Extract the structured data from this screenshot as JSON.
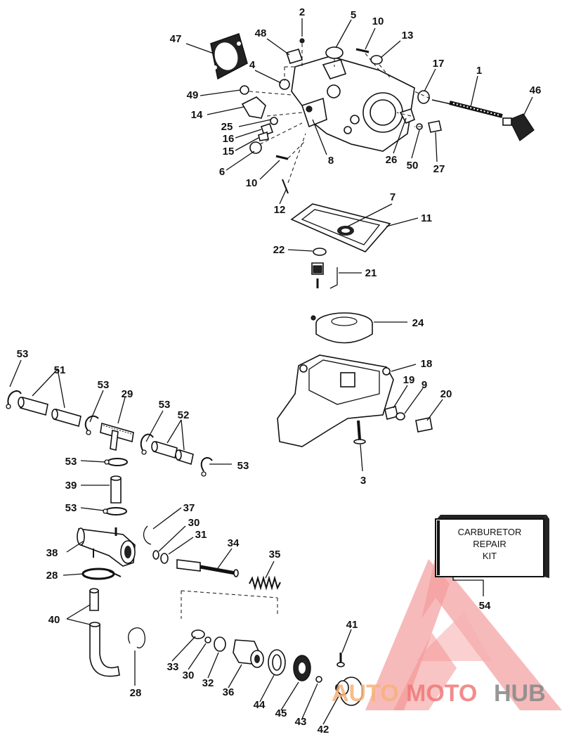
{
  "callouts": {
    "c1": "1",
    "c2": "2",
    "c3": "3",
    "c4": "4",
    "c5": "5",
    "c6": "6",
    "c7": "7",
    "c8": "8",
    "c9": "9",
    "c10a": "10",
    "c10b": "10",
    "c11": "11",
    "c12": "12",
    "c13": "13",
    "c14": "14",
    "c15": "15",
    "c16": "16",
    "c17": "17",
    "c18": "18",
    "c19": "19",
    "c20": "20",
    "c21": "21",
    "c22": "22",
    "c24": "24",
    "c25": "25",
    "c26": "26",
    "c27": "27",
    "c28a": "28",
    "c28b": "28",
    "c29": "29",
    "c30a": "30",
    "c30b": "30",
    "c31": "31",
    "c32": "32",
    "c33": "33",
    "c34": "34",
    "c35": "35",
    "c36": "36",
    "c37": "37",
    "c38": "38",
    "c39": "39",
    "c40": "40",
    "c41": "41",
    "c42": "42",
    "c43": "43",
    "c44": "44",
    "c45": "45",
    "c46": "46",
    "c47": "47",
    "c48": "48",
    "c49": "49",
    "c50": "50",
    "c51": "51",
    "c52": "52",
    "c53a": "53",
    "c53b": "53",
    "c53c": "53",
    "c53d": "53",
    "c53e": "53",
    "c53f": "53",
    "c54": "54"
  },
  "kit_box": {
    "line1": "CARBURETOR",
    "line2": "REPAIR",
    "line3": "KIT"
  },
  "watermark": {
    "part1": "AUTO",
    "part2": "MOTO",
    "part3": "HUB",
    "color_auto": "#f6b27a",
    "color_moto": "#f07878",
    "color_hub": "#8c8c8c",
    "triangle_color": "#f07a7a"
  }
}
